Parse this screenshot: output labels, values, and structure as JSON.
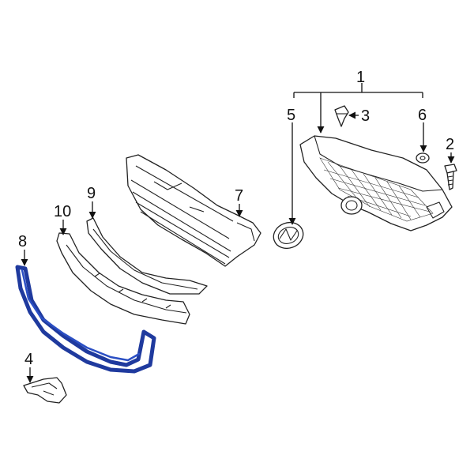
{
  "callouts": {
    "p1": "1",
    "p2": "2",
    "p3": "3",
    "p4": "4",
    "p5": "5",
    "p6": "6",
    "p7": "7",
    "p8": "8",
    "p9": "9",
    "p10": "10"
  },
  "highlight_color": "#1f3a9e"
}
